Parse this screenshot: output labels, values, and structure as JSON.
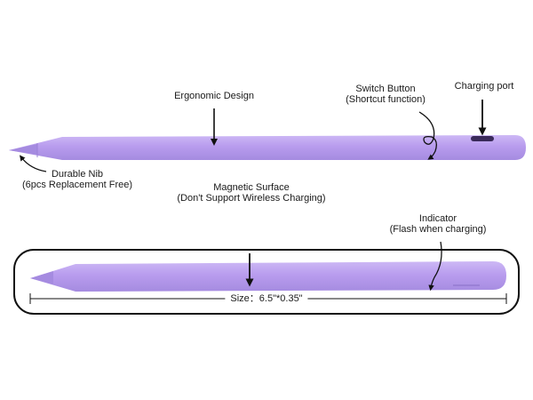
{
  "labels": {
    "ergonomic_design": "Ergonomic Design",
    "switch_button": "Switch Button",
    "switch_button_note": "(Shortcut function)",
    "charging_port": "Charging port",
    "durable_nib": "Durable Nib",
    "durable_nib_note": "(6pcs Replacement Free)",
    "magnetic_surface": "Magnetic Surface",
    "magnetic_surface_note": "(Don't  Support Wireless Charging)",
    "indicator": "Indicator",
    "indicator_note": "(Flash when charging)"
  },
  "size": {
    "label": "Size：6.5\"*0.35\""
  },
  "colors": {
    "pen_body": "#b89cee",
    "pen_light": "#cdb8f5",
    "pen_shadow": "#a58be0",
    "outline": "#111111",
    "port": "#3a2a5a"
  }
}
